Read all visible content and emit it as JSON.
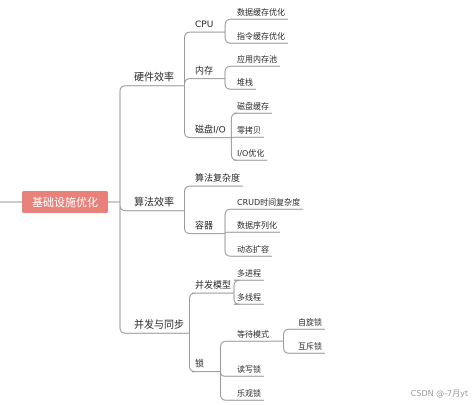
{
  "root": {
    "label": "基础设施优化",
    "children": [
      {
        "label": "硬件效率",
        "children": [
          {
            "label": "CPU",
            "children": [
              {
                "label": "数据缓存优化"
              },
              {
                "label": "指令缓存优化"
              }
            ]
          },
          {
            "label": "内存",
            "children": [
              {
                "label": "应用内存池"
              },
              {
                "label": "堆栈"
              }
            ]
          },
          {
            "label": "磁盘I/O",
            "children": [
              {
                "label": "磁盘缓存"
              },
              {
                "label": "零拷贝"
              },
              {
                "label": "I/O优化"
              }
            ]
          }
        ]
      },
      {
        "label": "算法效率",
        "children": [
          {
            "label": "算法复杂度"
          },
          {
            "label": "容器",
            "children": [
              {
                "label": "CRUD时间复杂度"
              },
              {
                "label": "数据序列化"
              },
              {
                "label": "动态扩容"
              }
            ]
          }
        ]
      },
      {
        "label": "并发与同步",
        "children": [
          {
            "label": "并发模型",
            "children": [
              {
                "label": "多进程"
              },
              {
                "label": "多线程"
              }
            ]
          },
          {
            "label": "锁",
            "children": [
              {
                "label": "等待模式",
                "children": [
                  {
                    "label": "自旋锁"
                  },
                  {
                    "label": "互斥锁"
                  }
                ]
              },
              {
                "label": "读写锁"
              },
              {
                "label": "乐观锁"
              }
            ]
          }
        ]
      }
    ]
  },
  "watermark": "CSDN @-7月yt",
  "colors": {
    "root_fill": "#e8817a",
    "root_text": "#ffffff",
    "line": "#9a9a9a",
    "text": "#2a2a2a"
  }
}
